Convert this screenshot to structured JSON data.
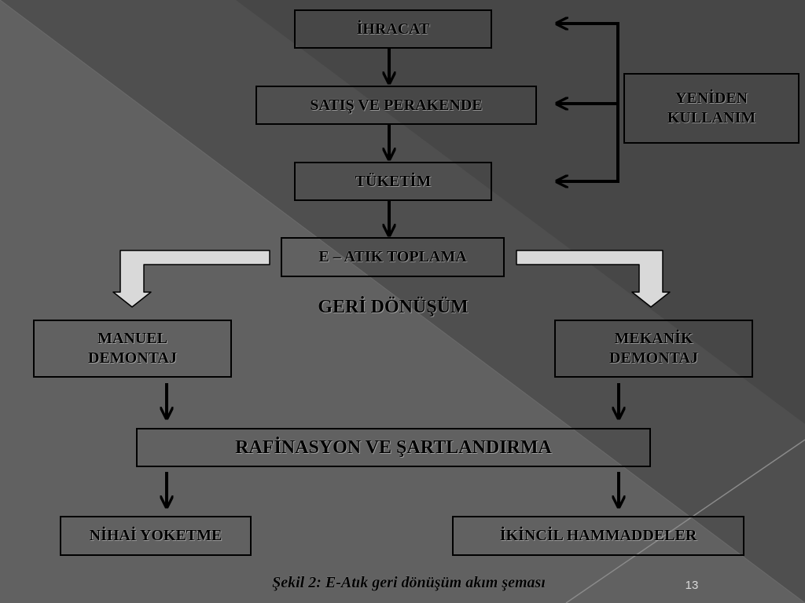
{
  "colors": {
    "background_dark": "#3e3e3e",
    "background_light": "#6e6e6e",
    "stroke": "#000000",
    "hollow_arrow_fill": "#d9d9d9"
  },
  "nodes": {
    "ihracat": "İHRACAT",
    "satis": "SATIŞ VE PERAKENDE",
    "tuketim": "TÜKETİM",
    "yeniden_kullanim": "YENİDEN KULLANIM",
    "e_atik_toplama": "E – ATIK TOPLAMA",
    "manuel_demontaj": "MANUEL DEMONTAJ",
    "mekanik_demontaj": "MEKANİK DEMONTAJ",
    "rafinasyon": "RAFİNASYON VE ŞARTLANDIRMA",
    "nihai_yoketme": "NİHAİ YOKETME",
    "ikincil_hammaddeler": "İKİNCİL HAMMADDELER"
  },
  "labels": {
    "geri_donusum": "GERİ DÖNÜŞÜM"
  },
  "caption": "Şekil 2: E-Atık geri dönüşüm akım şeması",
  "page_number": "13"
}
